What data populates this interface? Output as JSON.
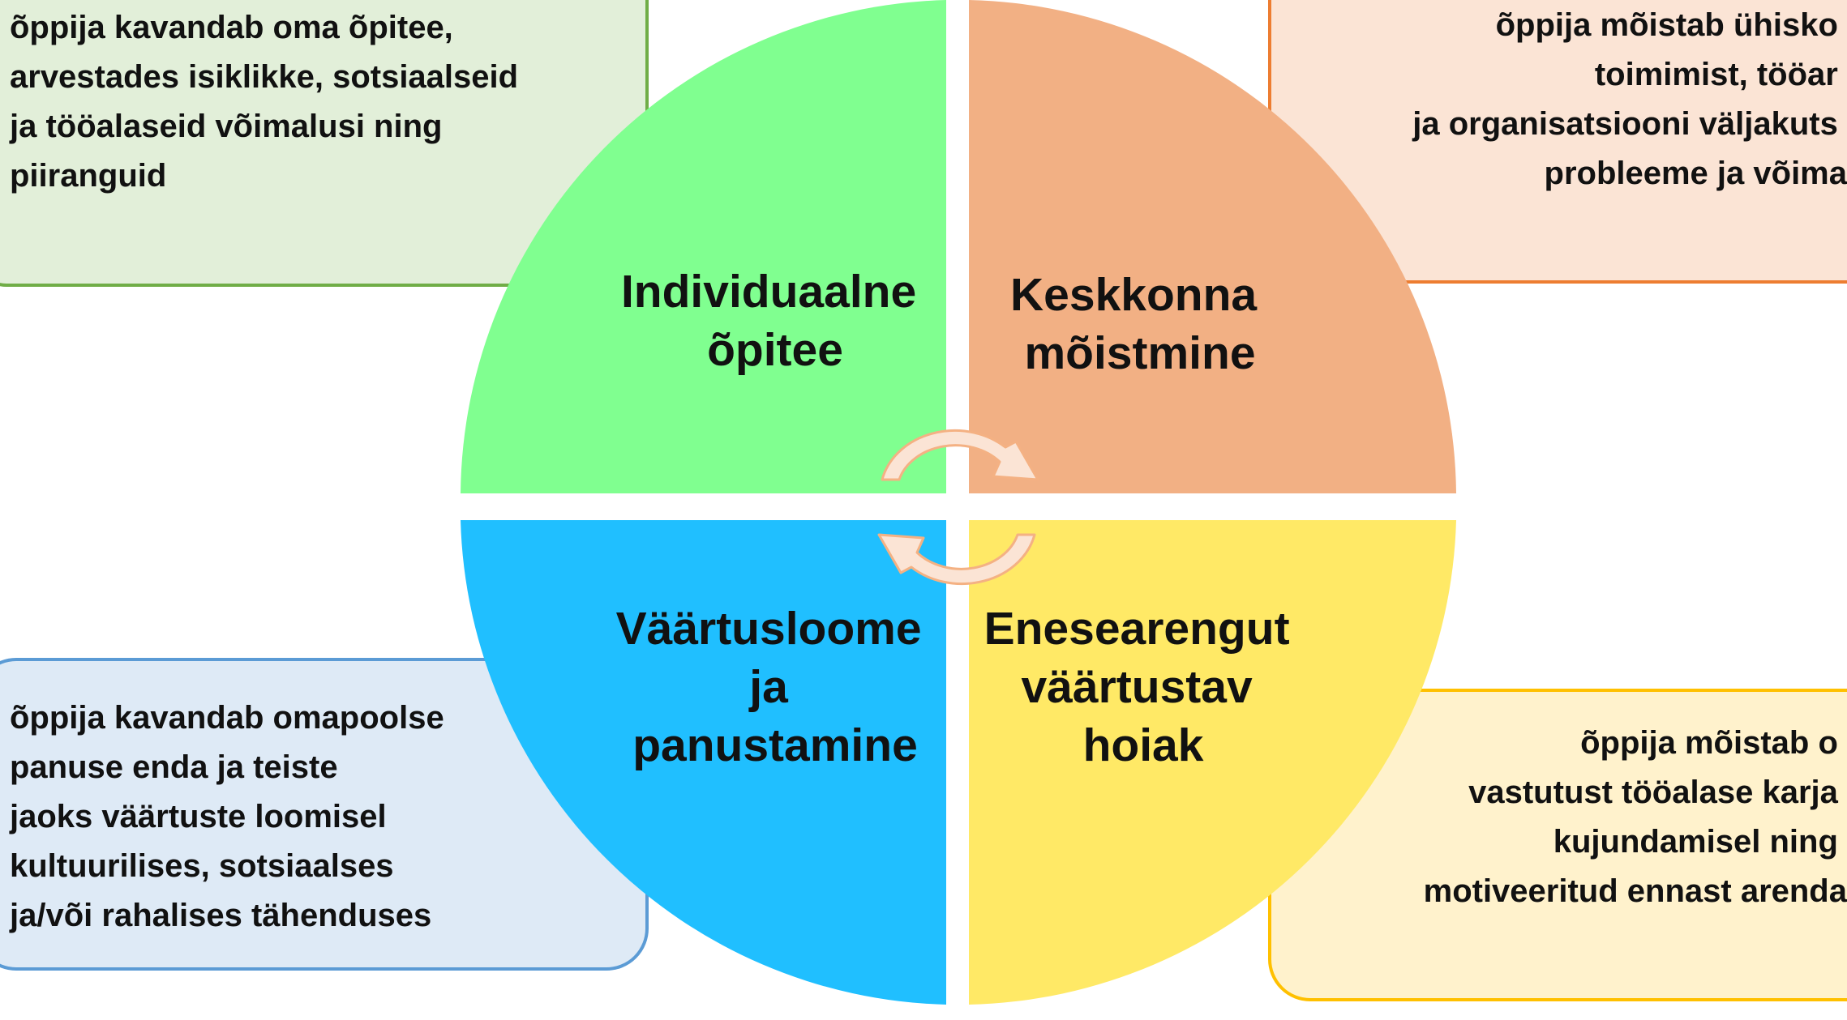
{
  "quadrants": [
    {
      "id": "top-left",
      "lines": [
        "Individuaalne",
        "õpitee"
      ],
      "color": "#80FF90"
    },
    {
      "id": "top-right",
      "lines": [
        "Keskkonna",
        "mõistmine"
      ],
      "color": "#F2B084"
    },
    {
      "id": "bottom-left",
      "lines": [
        "Väärtusloome",
        "ja",
        "panustamine"
      ],
      "color": "#20BFFF"
    },
    {
      "id": "bottom-right",
      "lines": [
        "Enesearengut",
        "väärtustav",
        "hoiak"
      ],
      "color": "#FFE966"
    }
  ],
  "boxes": {
    "top_left": {
      "lines": [
        "õppija kavandab oma õpitee,",
        "arvestades isiklikke, sotsiaalseid",
        "ja tööalaseid võimalusi ning",
        "piiranguid"
      ],
      "fill": "#E2EFD9",
      "border": "#70AD47"
    },
    "top_right": {
      "lines": [
        "õppija mõistab ühisko",
        "toimimist, tööar",
        "ja organisatsiooni väljakuts",
        "probleeme ja võima"
      ],
      "fill": "#FBE4D5",
      "border": "#ED7D31"
    },
    "bottom_left": {
      "lines": [
        "õppija kavandab omapoolse",
        "panuse enda ja teiste",
        "jaoks väärtuste loomisel",
        "kultuurilises, sotsiaalses",
        "ja/või rahalises tähenduses"
      ],
      "fill": "#DEEAF6",
      "border": "#5B9BD5"
    },
    "bottom_right": {
      "lines": [
        "õppija mõistab o",
        "vastutust tööalase karja",
        "kujundamisel ning",
        "motiveeritud ennast arenda"
      ],
      "fill": "#FFF2CC",
      "border": "#FFC000"
    }
  },
  "cycle_arrows": {
    "color": "#FBE4D5",
    "border": "#F4B183"
  }
}
